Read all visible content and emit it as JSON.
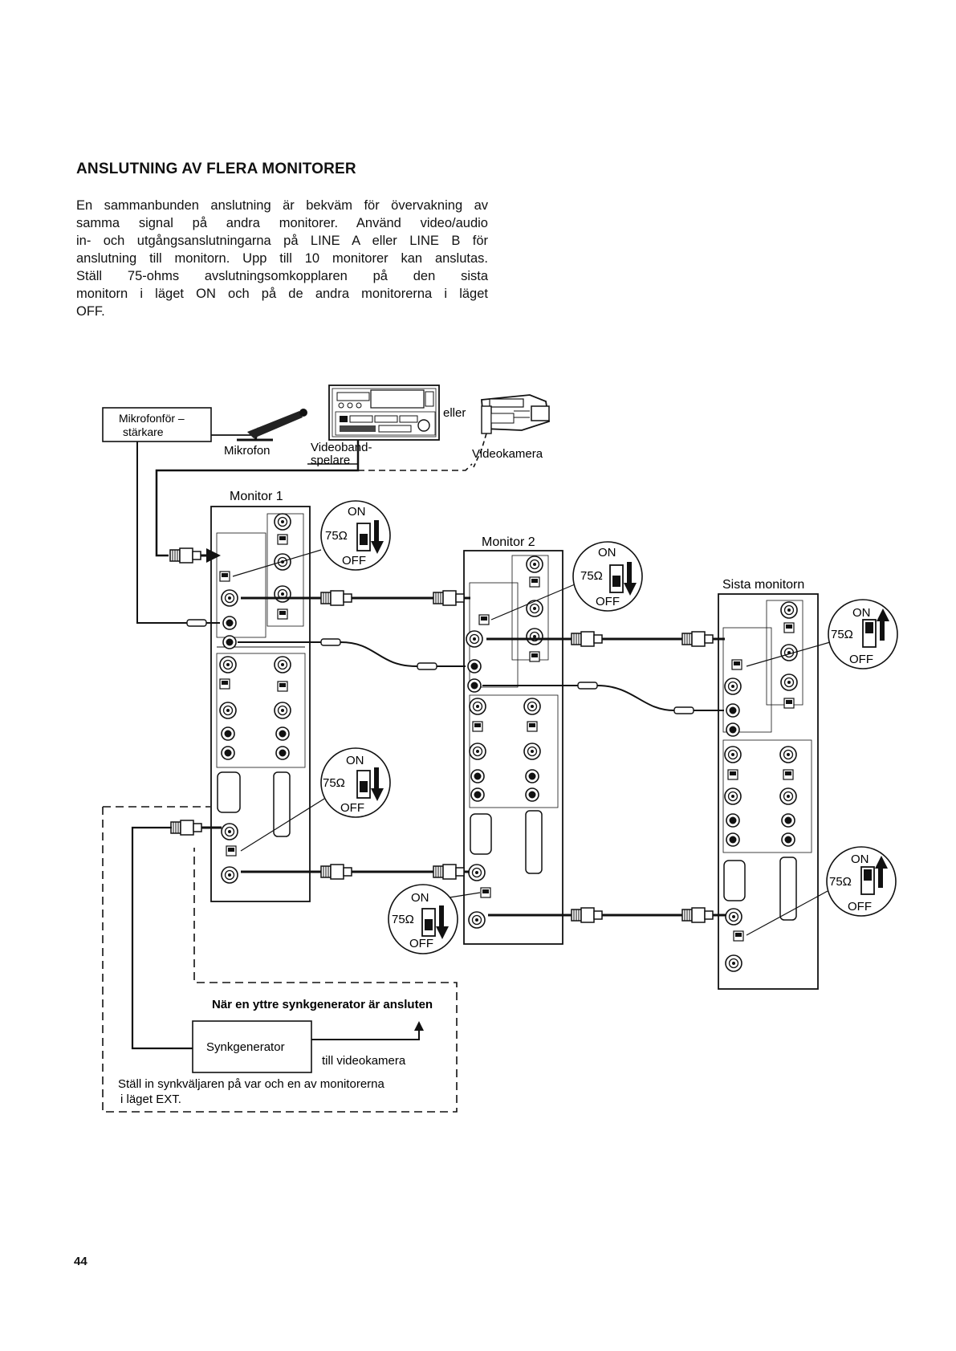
{
  "heading": "ANSLUTNING AV FLERA MONITORER",
  "intro_lines": [
    "En sammanbunden anslutning är bekväm för övervakning av",
    "samma signal på andra monitorer. Använd video/audio",
    "in- och utgångsanslutningarna på LINE A eller LINE B för",
    "anslutning till monitorn. Upp till 10 monitorer kan anslutas.",
    "Ställ 75-ohms avslutningsomkopplaren på den sista",
    "monitorn i läget ON och på de andra monitorerna i läget",
    "OFF."
  ],
  "diagram": {
    "amp_line1": "Mikrofonför –",
    "amp_line2": "stärkare",
    "microphone": "Mikrofon",
    "vtr_line1": "Videoband-",
    "vtr_line2": "spelare",
    "or_word": "eller",
    "camera": "Videokamera",
    "monitor1": "Monitor 1",
    "monitor2": "Monitor 2",
    "monitor_last": "Sista monitorn",
    "switch_on": "ON",
    "switch_ohm": "75Ω",
    "switch_off": "OFF",
    "ext_sync_note": "När en yttre synkgenerator är ansluten",
    "sync_generator": "Synkgenerator",
    "to_camera": "till videokamera",
    "set_line1": "Ställ in synkväljaren på var och en av monitorerna",
    "set_line2": "i läget EXT."
  },
  "page_number": "44"
}
